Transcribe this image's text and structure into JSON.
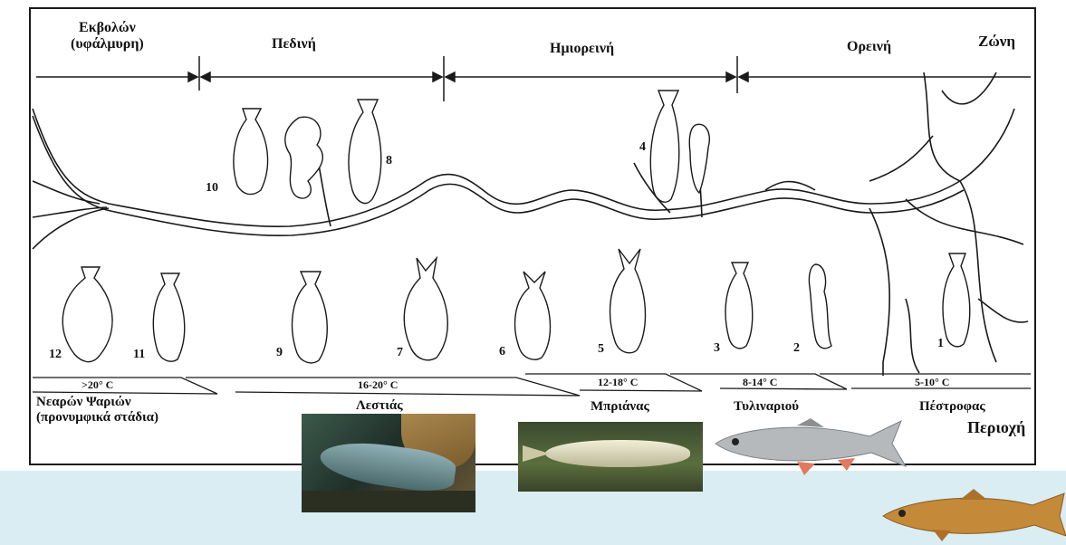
{
  "zones": {
    "corner_label": "Ζώνη",
    "items": [
      {
        "line1": "Εκβολών",
        "line2": "(υφάλμυρη)"
      },
      {
        "line1": "Πεδινή"
      },
      {
        "line1": "Ημιορεινή"
      },
      {
        "line1": "Ορεινή"
      }
    ]
  },
  "fish_numbers": [
    "10",
    "8",
    "4",
    "12",
    "11",
    "9",
    "7",
    "6",
    "5",
    "3",
    "2",
    "1"
  ],
  "temperatures": [
    ">20° C",
    "16-20° C",
    "12-18° C",
    "8-14° C",
    "5-10° C"
  ],
  "regions": {
    "corner_label": "Περιοχή",
    "items": [
      {
        "line1": "Νεαρών Ψαριών",
        "line2": "(προνυμφικά στάδια)"
      },
      {
        "line1": "Λεστιάς"
      },
      {
        "line1": "Μπριάνας"
      },
      {
        "line1": "Τυλιναριού"
      },
      {
        "line1": "Πέστροφας"
      }
    ]
  },
  "colors": {
    "background_band": "#d9edf3",
    "line": "#1a1a1a"
  },
  "photos": [
    "catfish-photo",
    "barbel-photo",
    "chub-fish-photo",
    "trout-fish-photo"
  ]
}
